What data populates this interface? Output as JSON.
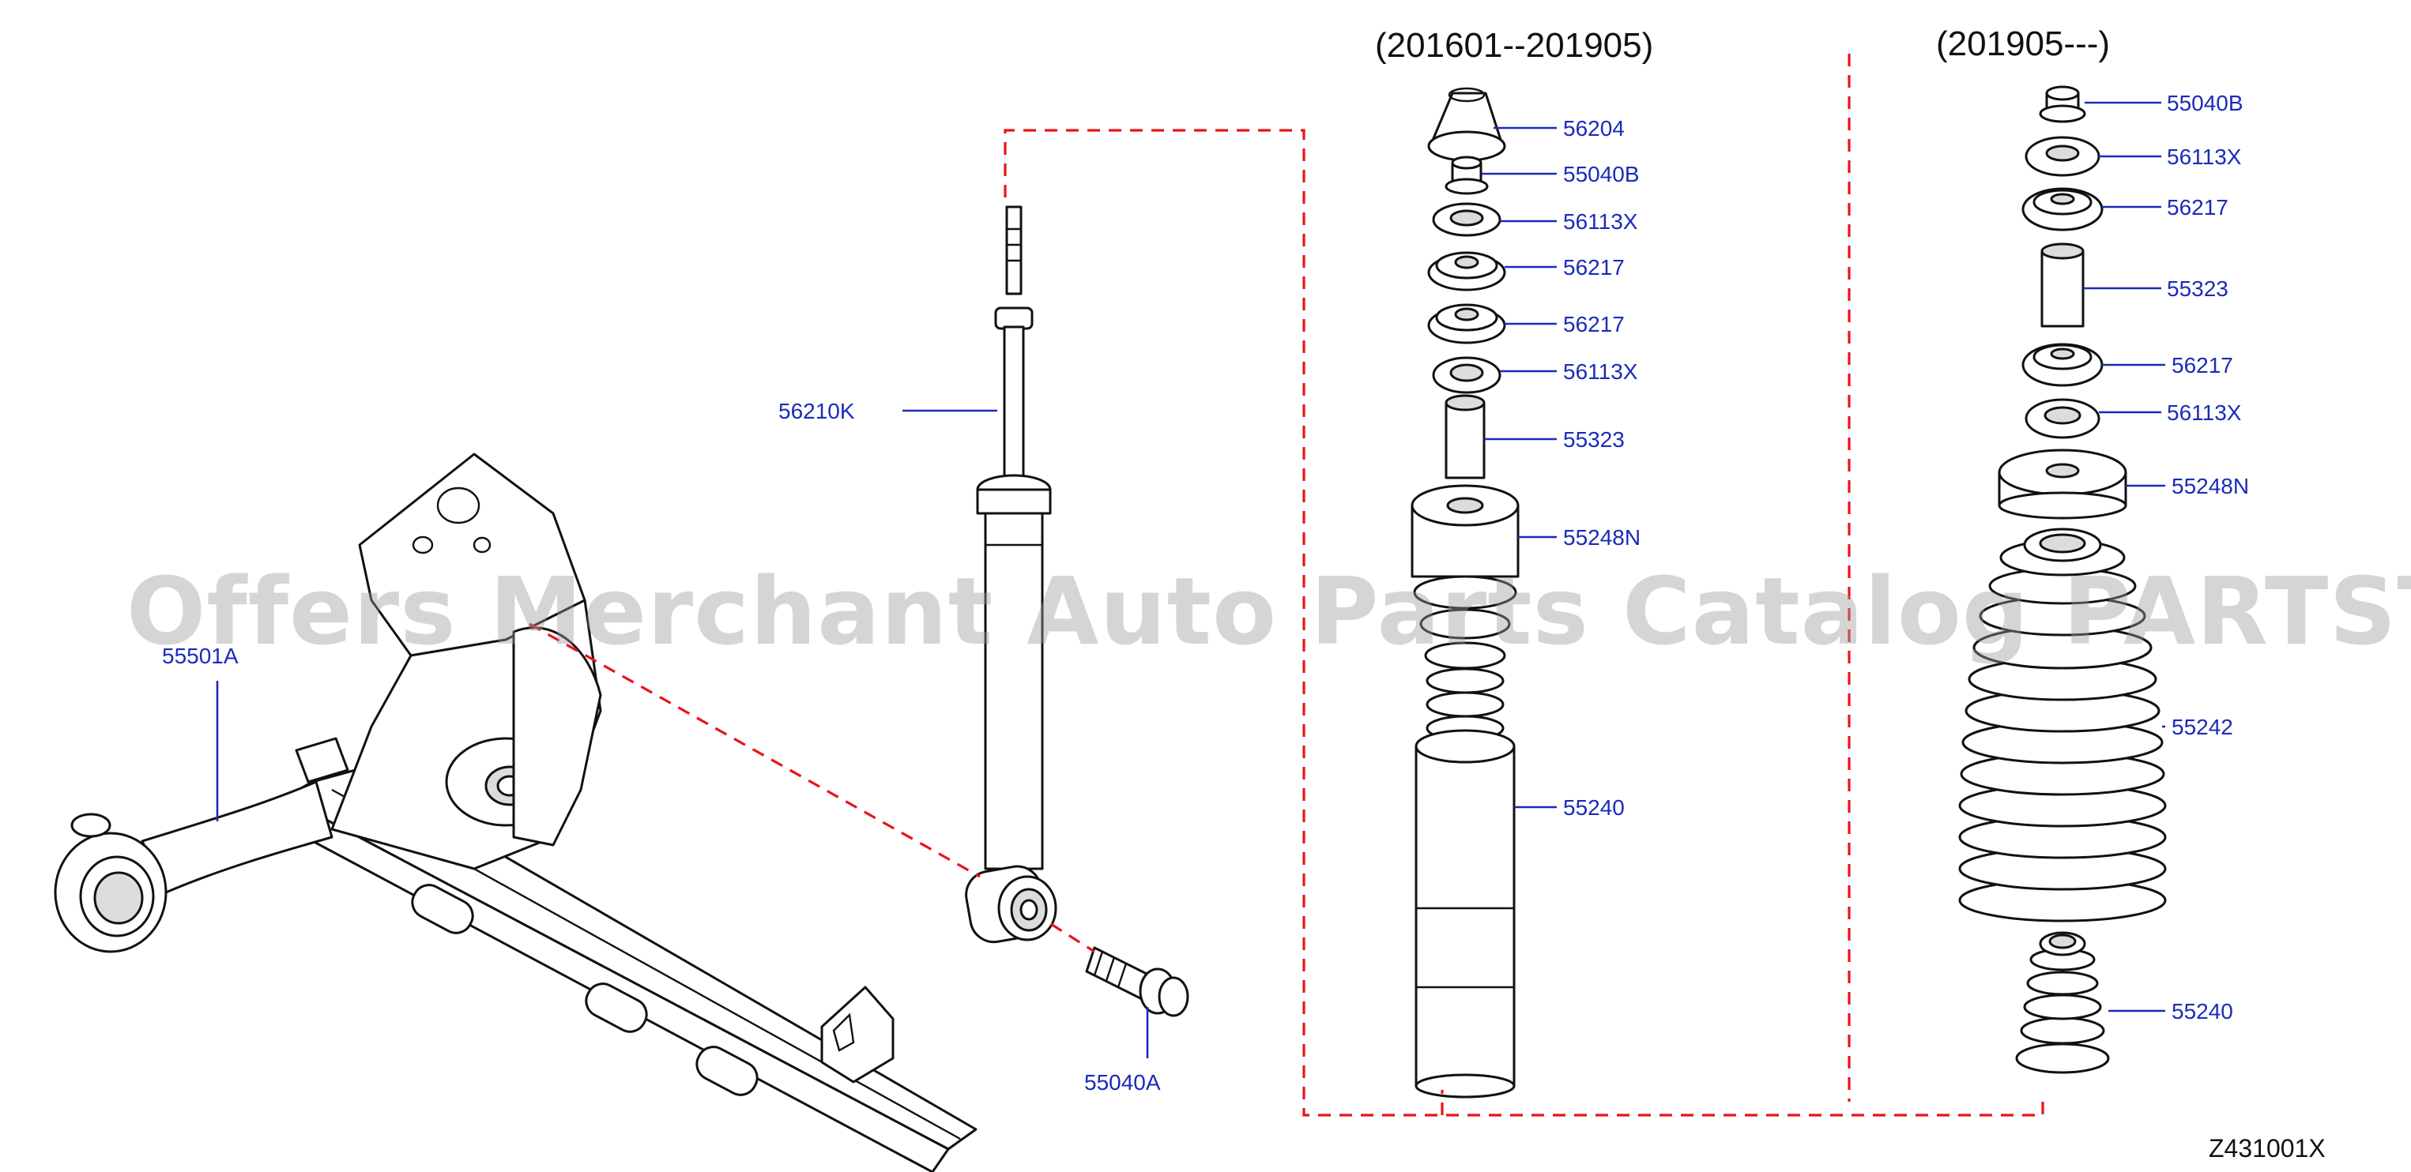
{
  "period_labels": {
    "earlier": "(201601--201905)",
    "later": "(201905---)"
  },
  "callouts": {
    "p55501A": "55501A",
    "p56210K": "56210K",
    "p55040A": "55040A",
    "e56204": "56204",
    "e55040B": "55040B",
    "e56113X_top": "56113X",
    "e56217_a": "56217",
    "e56217_b": "56217",
    "e56113X_bottom": "56113X",
    "e55323": "55323",
    "e55248N": "55248N",
    "e55240": "55240",
    "l55040B": "55040B",
    "l56113X_top": "56113X",
    "l56217_top": "56217",
    "l55323": "55323",
    "l56217_bottom": "56217",
    "l56113X_bottom": "56113X",
    "l55248N": "55248N",
    "l55242": "55242",
    "l55240": "55240"
  },
  "drawing_code": "Z431001X",
  "watermark": "Offers Merchant Auto Parts Catalog PARTSTORE.SA",
  "colors": {
    "callout_text": "#1a2bb8",
    "dashed_guide": "#e8141b",
    "line_art": "#111111"
  }
}
